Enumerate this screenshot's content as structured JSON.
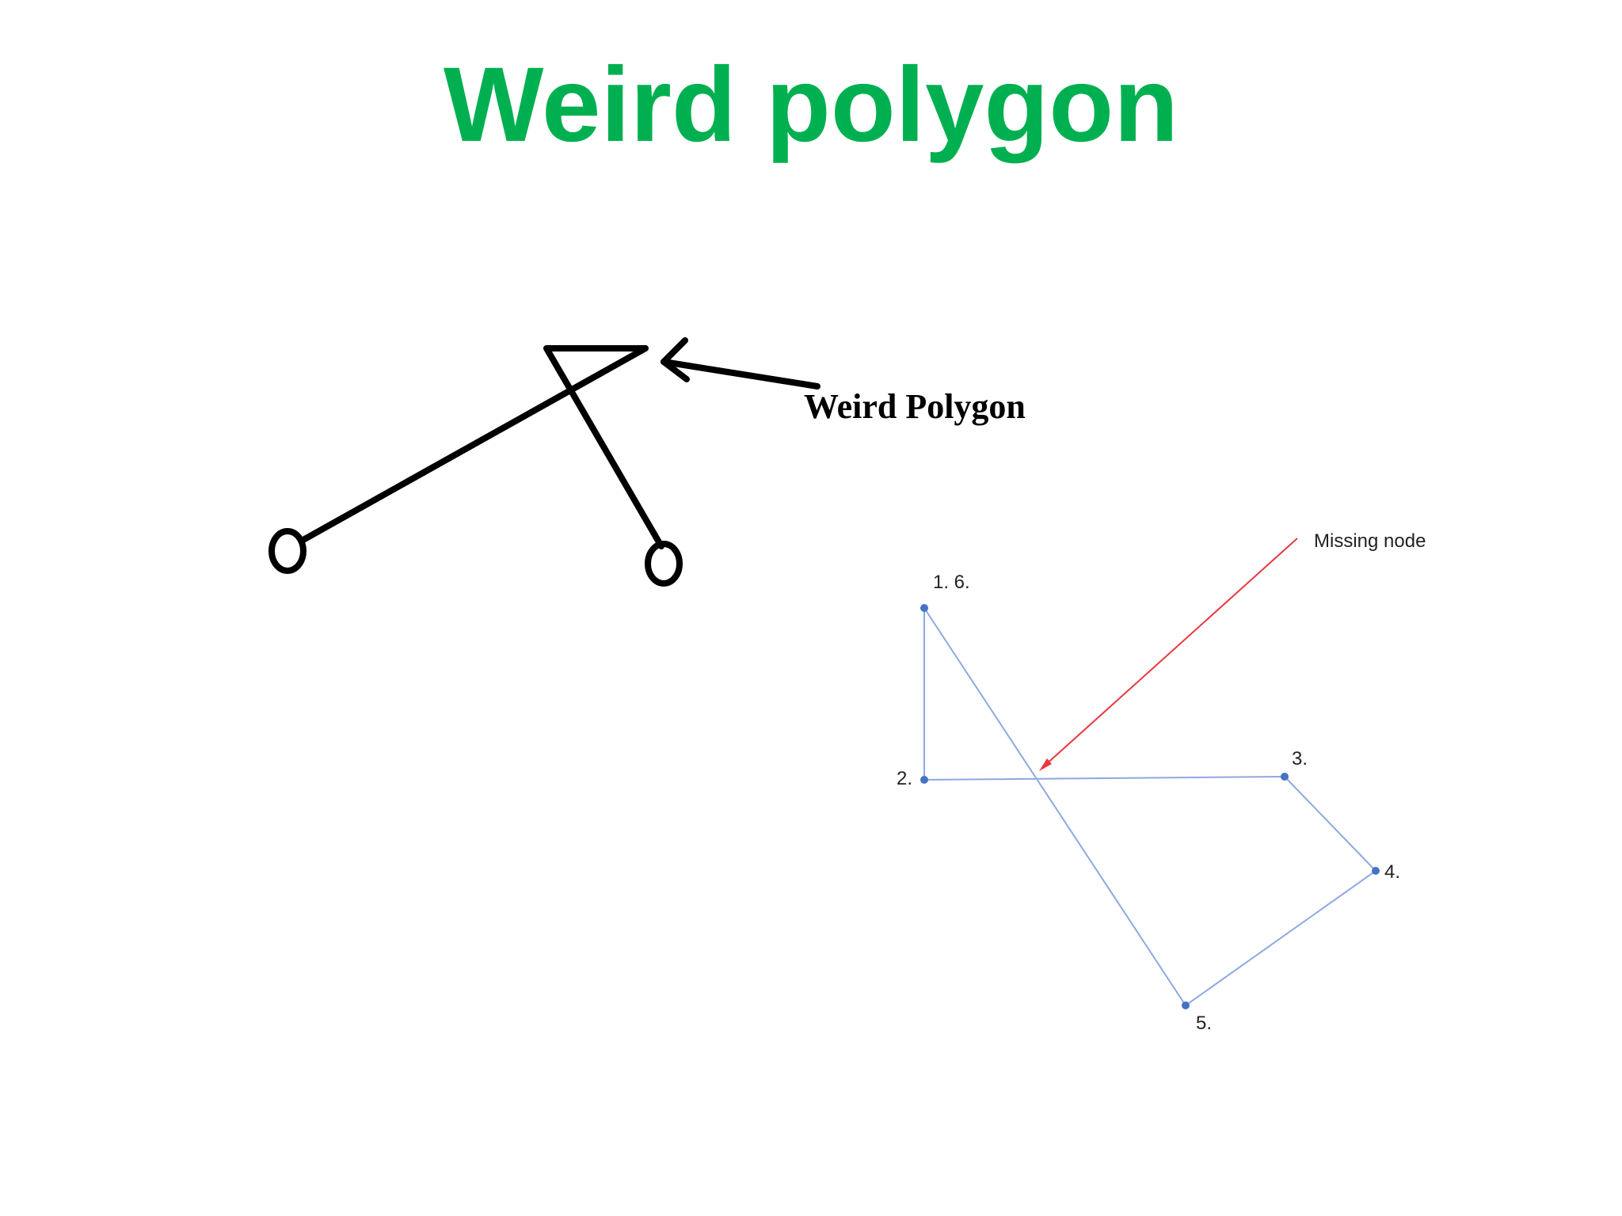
{
  "slide": {
    "title": "Weird polygon"
  },
  "colors": {
    "title": "#00b050",
    "sketch_stroke": "#000000",
    "polygon_edge": "#8fa8e0",
    "node_fill": "#4472c4",
    "missing_arrow": "#e8383d",
    "label_text": "#222222"
  },
  "left_sketch": {
    "label": "Weird Polygon"
  },
  "right_diagram": {
    "callout": "Missing node",
    "nodes": [
      {
        "id": "n1",
        "label": "1. 6."
      },
      {
        "id": "n2",
        "label": "2."
      },
      {
        "id": "n3",
        "label": "3."
      },
      {
        "id": "n4",
        "label": "4."
      },
      {
        "id": "n5",
        "label": "5."
      }
    ]
  }
}
